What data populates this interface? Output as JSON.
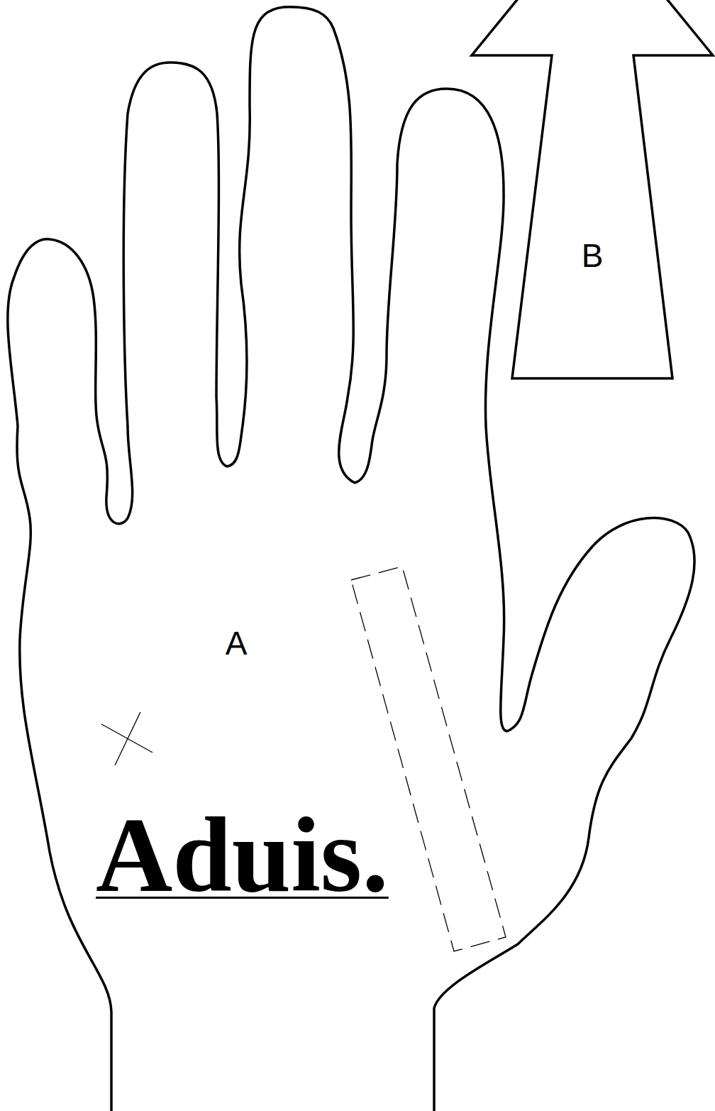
{
  "diagram": {
    "nodes": [
      {
        "text": [
          "A",
          "Aduis."
        ]
      },
      {
        "text": [
          "B"
        ]
      }
    ]
  }
}
